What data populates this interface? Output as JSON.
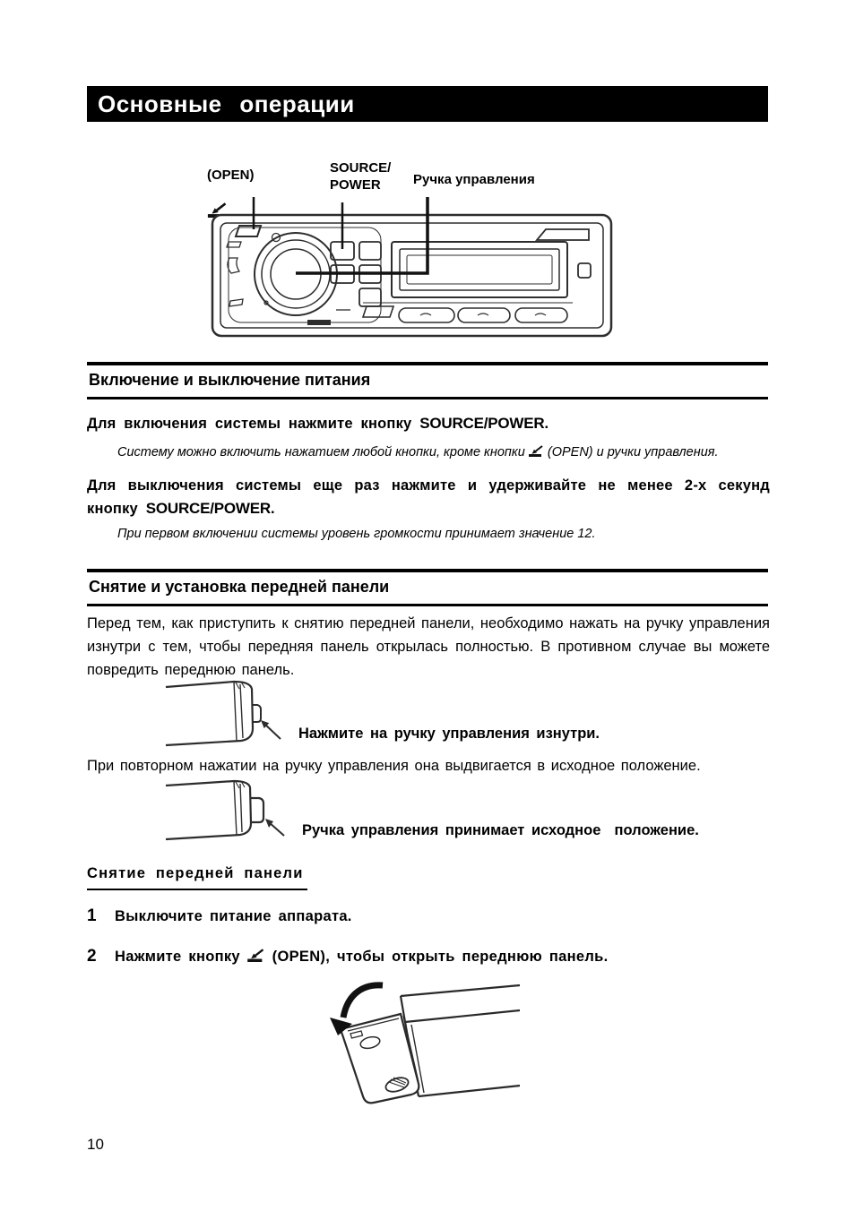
{
  "page": {
    "title": "Основные операции",
    "page_number": "10"
  },
  "colors": {
    "header_bg": "#000000",
    "text": "#000000",
    "line_art": "#2d2d2d"
  },
  "figure_stereo": {
    "label_open": "(OPEN)",
    "label_source_line1": "SOURCE/",
    "label_source_line2": "POWER",
    "label_knob": "Ручка управления"
  },
  "section_power": {
    "title": "Включение и выключение питания",
    "para_on_prefix": "Для включения системы нажмите кнопку ",
    "para_on_button": "SOURCE/POWER",
    "para_on_suffix": ".",
    "note_on_prefix": "Систему можно включить нажатием любой кнопки, кроме кнопки ",
    "note_on_suffix": " (OPEN) и ручки управления.",
    "para_off_prefix": "Для выключения системы еще раз нажмите и удерживайте не менее 2-х секунд кнопку ",
    "para_off_button": "SOURCE/POWER",
    "para_off_suffix": ".",
    "note_off": "При первом включении системы уровень громкости принимает значение 12."
  },
  "section_panel": {
    "title": "Снятие и установка передней панели",
    "intro": "Перед тем, как приступить к снятию передней панели, необходимо нажать на ручку управления изнутри с тем, чтобы передняя панель открылась полностью. В противном случае вы можете повредить переднюю панель.",
    "caption_press": "Нажмите на ручку управления изнутри.",
    "para_repeat": "При повторном нажатии на ручку управления она выдвигается в исходное положение.",
    "caption_return": "Ручка управления принимает исходное  положение.",
    "subheading_removal": "Снятие передней панели",
    "steps": [
      {
        "num": "1",
        "text": "Выключите питание аппарата."
      },
      {
        "num": "2",
        "prefix": "Нажмите кнопку ",
        "suffix": " (OPEN), чтобы открыть переднюю панель."
      }
    ]
  }
}
